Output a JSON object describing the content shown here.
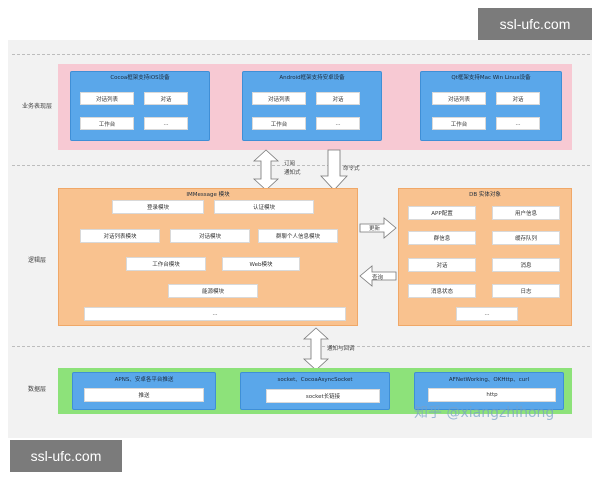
{
  "watermark_top": "ssl-ufc.com",
  "watermark_bottom": "ssl-ufc.com",
  "credit": "知乎 @xiangzhihong",
  "layers": {
    "business": "业务表现层",
    "logic": "逻辑层",
    "data": "数据层"
  },
  "business": {
    "ios": {
      "title": "Cocoa框架支持iOS设备",
      "items": [
        "对话列表",
        "对话",
        "工作台",
        "..."
      ]
    },
    "android": {
      "title": "Android框架支持安卓设备",
      "items": [
        "对话列表",
        "对话",
        "工作台",
        "..."
      ]
    },
    "qt": {
      "title": "Qt框架支持Mac Win Linux设备",
      "items": [
        "对话列表",
        "对话",
        "工作台",
        "..."
      ]
    }
  },
  "arrows": {
    "subscribe": "订阅",
    "notify": "通知式",
    "command": "命令式",
    "update": "更新",
    "query": "查询",
    "notify_callback": "通知与回调"
  },
  "logic": {
    "im_title": "IMMessage 模块",
    "modules": [
      "登录模块",
      "认证模块",
      "对话列表模块",
      "对话模块",
      "群聊个人信息模块",
      "工作台模块",
      "Web模块",
      "能源模块",
      "..."
    ],
    "db_title": "DB 实体对象",
    "db_items": [
      "APP配置",
      "用户信息",
      "群信息",
      "缓存队列",
      "对话",
      "消息",
      "消息状态",
      "日志",
      "..."
    ]
  },
  "data_layer": {
    "push": {
      "title": "APNS、安卓各平台推送",
      "item": "推送"
    },
    "socket": {
      "title": "socket、CocoaAsyncSocket",
      "item": "socket长链接"
    },
    "http": {
      "title": "AFNetWorking、OKHttp、curl",
      "item": "http"
    }
  },
  "colors": {
    "business_band": "#f7c9d3",
    "data_band": "#8de27a",
    "blue_panel": "#5aa7ea",
    "orange_panel": "#f9c28f"
  }
}
